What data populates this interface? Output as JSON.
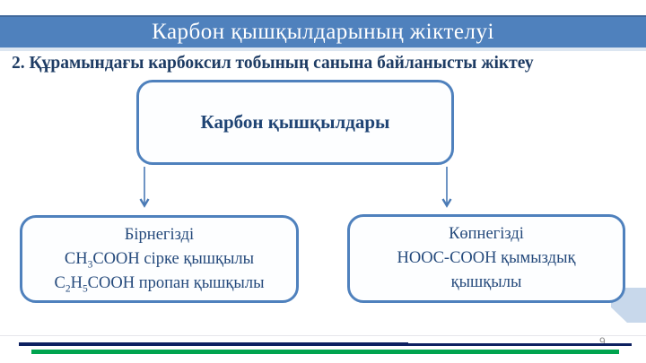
{
  "slide": {
    "title": "Карбон қышқылдарының жіктелуі",
    "subtitle": "2. Құрамындағы карбоксил тобының санына байланысты жіктеу",
    "page_number": "9"
  },
  "diagram": {
    "root": {
      "label": "Карбон қышқылдары"
    },
    "left": {
      "lines": [
        [
          {
            "t": "Бірнегізді"
          }
        ],
        [
          {
            "t": "CH"
          },
          {
            "t": "3",
            "sub": true
          },
          {
            "t": "COOH сірке қышқылы"
          }
        ],
        [
          {
            "t": "C"
          },
          {
            "t": "2",
            "sub": true
          },
          {
            "t": "H"
          },
          {
            "t": "5",
            "sub": true
          },
          {
            "t": "COOH пропан қышқылы"
          }
        ]
      ]
    },
    "right": {
      "lines": [
        [
          {
            "t": "Көпнегізді"
          }
        ],
        [
          {
            "t": "HOOC-COOH қымыздық"
          }
        ],
        [
          {
            "t": "қышқылы"
          }
        ]
      ]
    }
  },
  "colors": {
    "header_bg": "#4f81bd",
    "header_text": "#ffffff",
    "box_border": "#4f81bd",
    "box_text": "#1f4474",
    "subtitle_text": "#1e3c64",
    "footer_navy": "#0d2060",
    "footer_green": "#00a44f",
    "corner_shape": "#c8d8eb",
    "page_number_gray": "#8c8c8c"
  }
}
